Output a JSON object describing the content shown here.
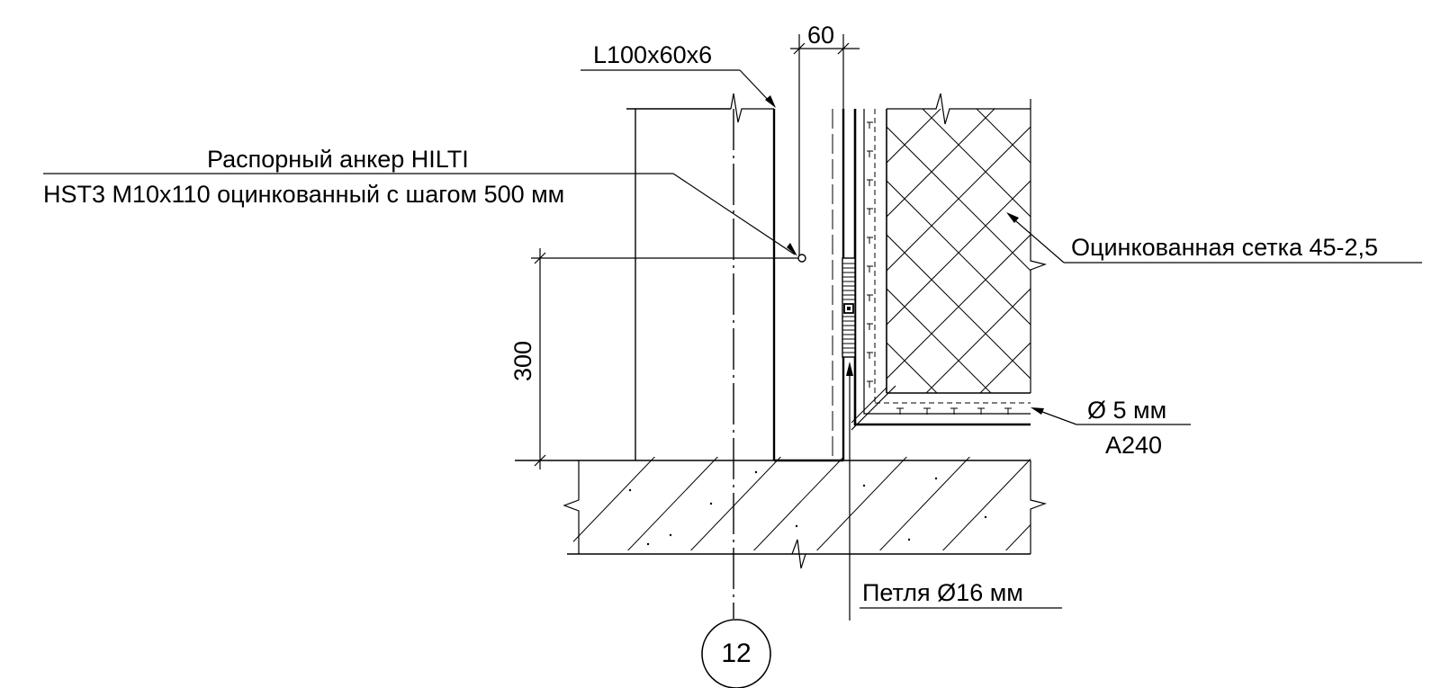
{
  "labels": {
    "angle": "L100x60x6",
    "anchor_line1": "Распорный анкер HILTI",
    "anchor_line2": "HST3 M10x110 оцинкованный с шагом 500 мм",
    "mesh": "Оцинкованная сетка 45-2,5",
    "wire_line1": "Ø 5 мм",
    "wire_line2": "A240",
    "loop": "Петля Ø16 мм"
  },
  "dimensions": {
    "width": "60",
    "height": "300"
  },
  "axis": {
    "number": "12"
  },
  "colors": {
    "line": "#000000",
    "background": "#ffffff"
  }
}
